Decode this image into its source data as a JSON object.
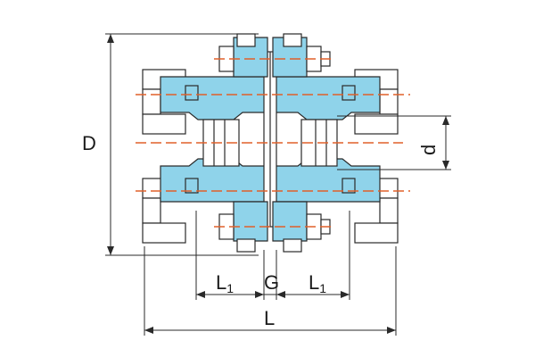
{
  "colors": {
    "steel_blue": "#8fd3ea",
    "outline": "#2a2a2a",
    "centerline": "#e0602a",
    "background": "#ffffff"
  },
  "dimensions": {
    "D": "D",
    "d": "d",
    "L": "L",
    "G": "G",
    "L1_left_letter": "L",
    "L1_left_sub": "1",
    "L1_right_letter": "L",
    "L1_right_sub": "1"
  }
}
